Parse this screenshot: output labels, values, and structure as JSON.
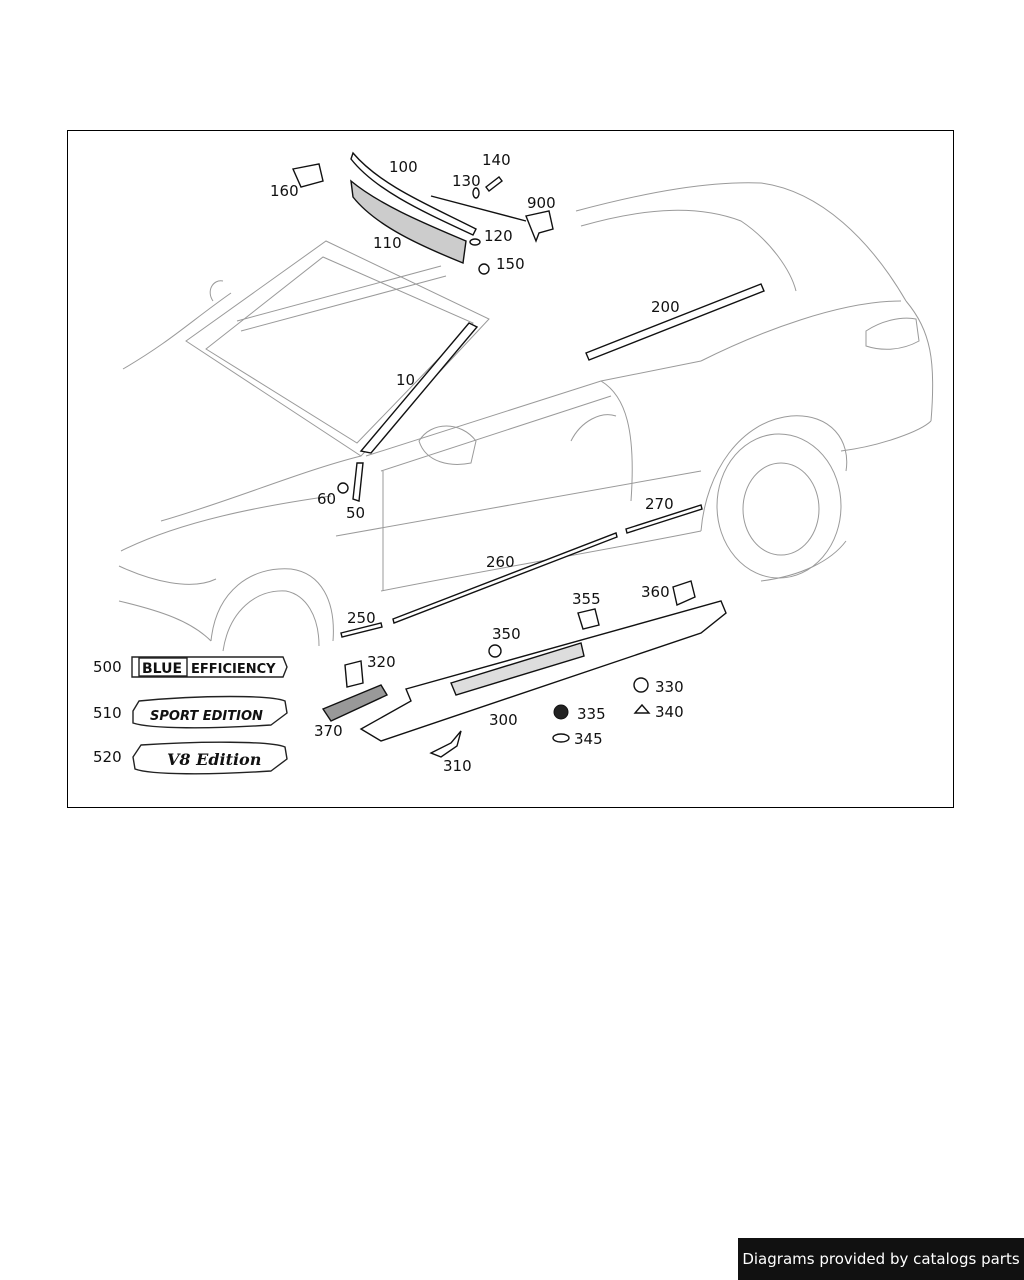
{
  "diagram": {
    "callouts": {
      "c10": "10",
      "c50": "50",
      "c60": "60",
      "c100": "100",
      "c110": "110",
      "c120": "120",
      "c130": "130",
      "c140": "140",
      "c150": "150",
      "c160": "160",
      "c200": "200",
      "c250": "250",
      "c260": "260",
      "c270": "270",
      "c300": "300",
      "c310": "310",
      "c320": "320",
      "c330": "330",
      "c335": "335",
      "c340": "340",
      "c345": "345",
      "c350": "350",
      "c355": "355",
      "c360": "360",
      "c370": "370",
      "c500": "500",
      "c510": "510",
      "c520": "520",
      "c900": "900"
    },
    "badges": {
      "blue_efficiency_left": "BLUE",
      "blue_efficiency_right": "EFFICIENCY",
      "sport_edition": "SPORT EDITION",
      "v8_edition": "V8 Edition"
    }
  },
  "footer": {
    "credit": "Diagrams provided by catalogs parts"
  }
}
